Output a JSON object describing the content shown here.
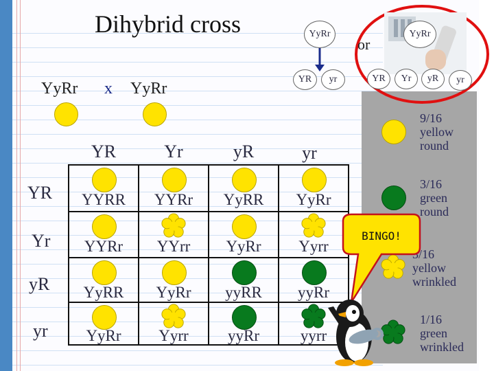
{
  "title": "Dihybrid cross",
  "cross": {
    "parent1": "YyRr",
    "x_label": "x",
    "parent2": "YyRr"
  },
  "gametes": {
    "cols": [
      "YR",
      "Yr",
      "yR",
      "yr"
    ],
    "rows": [
      "YR",
      "Yr",
      "yR",
      "yr"
    ]
  },
  "grid": [
    [
      {
        "genotype": "YYRR",
        "color": "yellow",
        "shape": "round"
      },
      {
        "genotype": "YYRr",
        "color": "yellow",
        "shape": "round"
      },
      {
        "genotype": "YyRR",
        "color": "yellow",
        "shape": "round"
      },
      {
        "genotype": "YyRr",
        "color": "yellow",
        "shape": "round"
      }
    ],
    [
      {
        "genotype": "YYRr",
        "color": "yellow",
        "shape": "round"
      },
      {
        "genotype": "YYrr",
        "color": "yellow",
        "shape": "wrinkled"
      },
      {
        "genotype": "YyRr",
        "color": "yellow",
        "shape": "round"
      },
      {
        "genotype": "Yyrr",
        "color": "yellow",
        "shape": "wrinkled"
      }
    ],
    [
      {
        "genotype": "YyRR",
        "color": "yellow",
        "shape": "round"
      },
      {
        "genotype": "YyRr",
        "color": "yellow",
        "shape": "round"
      },
      {
        "genotype": "yyRR",
        "color": "green",
        "shape": "round"
      },
      {
        "genotype": "yyRr",
        "color": "green",
        "shape": "round"
      }
    ],
    [
      {
        "genotype": "YyRr",
        "color": "yellow",
        "shape": "round"
      },
      {
        "genotype": "Yyrr",
        "color": "yellow",
        "shape": "wrinkled"
      },
      {
        "genotype": "yyRr",
        "color": "green",
        "shape": "round"
      },
      {
        "genotype": "yyrr",
        "color": "green",
        "shape": "wrinkled"
      }
    ]
  ],
  "meiosis_small": {
    "parent": "YyRr",
    "gametes": [
      "YR",
      "yr"
    ]
  },
  "or_label": "or",
  "meiosis_circled": {
    "parent": "YyRr",
    "gametes": [
      "YR",
      "Yr",
      "yR",
      "yr"
    ]
  },
  "legend": [
    {
      "text": "9/16\nyellow\nround",
      "color": "yellow",
      "shape": "round"
    },
    {
      "text": "3/16\ngreen\nround",
      "color": "green",
      "shape": "round"
    },
    {
      "text": "3/16\nyellow\nwrinkled",
      "color": "yellow",
      "shape": "wrinkled"
    },
    {
      "text": "1/16\ngreen\nwrinkled",
      "color": "green",
      "shape": "wrinkled"
    }
  ],
  "callout": "BINGO!",
  "colors": {
    "yellow_pea": "#ffe300",
    "green_pea": "#087a1e",
    "highlight_ring": "#e01010",
    "arrow": "#1b2d8c",
    "panel": "#a6a6a6",
    "page_border": "#4a88c4"
  }
}
